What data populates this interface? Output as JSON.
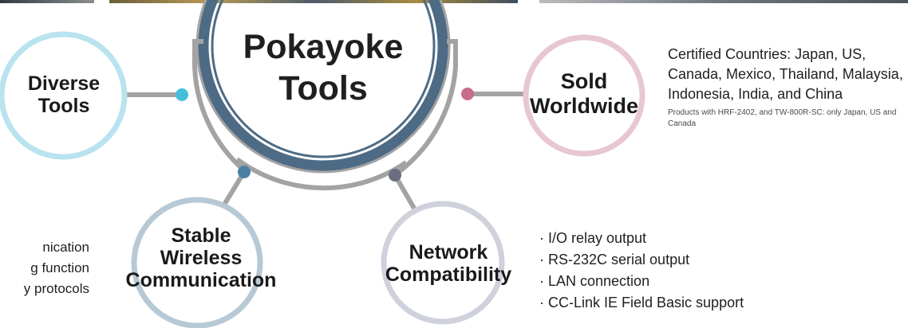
{
  "center": {
    "title": "Pokayoke Tools"
  },
  "nodes": [
    {
      "id": "diverse",
      "label": "Diverse Tools",
      "ring_color": "#b9e3ee",
      "dot_color": "#45bedb"
    },
    {
      "id": "sold",
      "label": "Sold Worldwide",
      "ring_color": "#e8c7d1",
      "dot_color": "#c96b8b"
    },
    {
      "id": "wireless",
      "label": "Stable Wireless Communication",
      "ring_color": "#b7c9d5",
      "dot_color": "#4a7fa1"
    },
    {
      "id": "network",
      "label": "Network Compatibility",
      "ring_color": "#cfd1dc",
      "dot_color": "#6a6e80"
    }
  ],
  "colors": {
    "center_ring_dark": "#4e6b85",
    "connector_gray": "#a3a3a3"
  },
  "sold_worldwide": {
    "description": "Certified Countries: Japan, US, Canada, Mexico, Thailand, Malaysia, Indonesia, India, and China",
    "note": "Products with HRF-2402, and TW-800R-SC: only Japan, US and Canada"
  },
  "network_compatibility": {
    "items": [
      "· I/O relay output",
      "· RS-232C serial output",
      "· LAN connection",
      "· CC-Link IE Field Basic support"
    ]
  },
  "wireless_features": {
    "items": [
      "nication",
      "g function",
      "y protocols"
    ]
  }
}
